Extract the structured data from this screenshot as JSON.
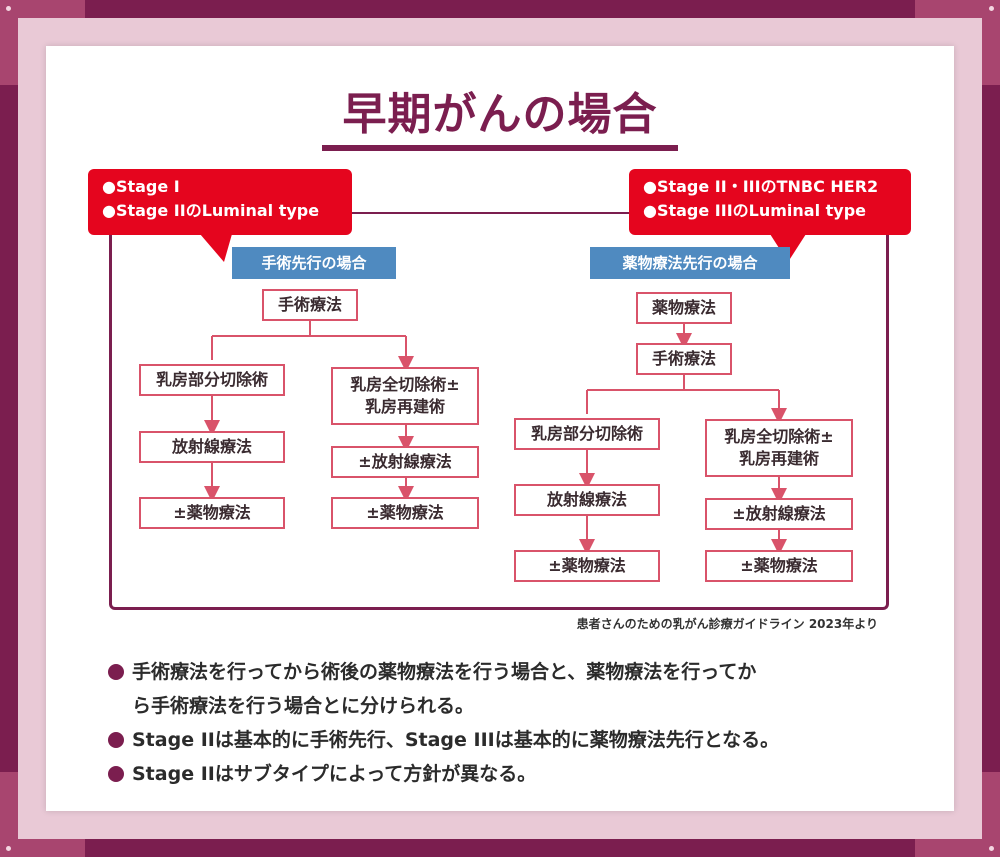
{
  "title": "早期がんの場合",
  "callouts": {
    "left": [
      "●Stage I",
      "●Stage IIのLuminal type"
    ],
    "right": [
      "●Stage II・IIIのTNBC HER2",
      "●Stage IIIのLuminal type"
    ]
  },
  "left_flow": {
    "label": "手術先行の場合",
    "top": "手術療法",
    "branch_a": [
      "乳房部分切除術",
      "放射線療法",
      "±薬物療法"
    ],
    "branch_b_first": [
      "乳房全切除術±",
      "乳房再建術"
    ],
    "branch_b": [
      "±放射線療法",
      "±薬物療法"
    ]
  },
  "right_flow": {
    "label": "薬物療法先行の場合",
    "top": "薬物療法",
    "second": "手術療法",
    "branch_a": [
      "乳房部分切除術",
      "放射線療法",
      "±薬物療法"
    ],
    "branch_b_first": [
      "乳房全切除術±",
      "乳房再建術"
    ],
    "branch_b": [
      "±放射線療法",
      "±薬物療法"
    ]
  },
  "source": "患者さんのための乳がん診療ガイドライン 2023年より",
  "notes": [
    [
      "手術療法を行ってから術後の薬物療法を行う場合と、薬物療法を行ってか",
      "ら手術療法を行う場合とに分けられる。"
    ],
    [
      "Stage IIは基本的に手術先行、Stage IIIは基本的に薬物療法先行となる。"
    ],
    [
      "Stage IIはサブタイプによって方針が異なる。"
    ]
  ],
  "colors": {
    "accent": "#7b1e4f",
    "callout": "#e5051e",
    "label": "#4f8ac0",
    "box_border": "#d9536a"
  }
}
